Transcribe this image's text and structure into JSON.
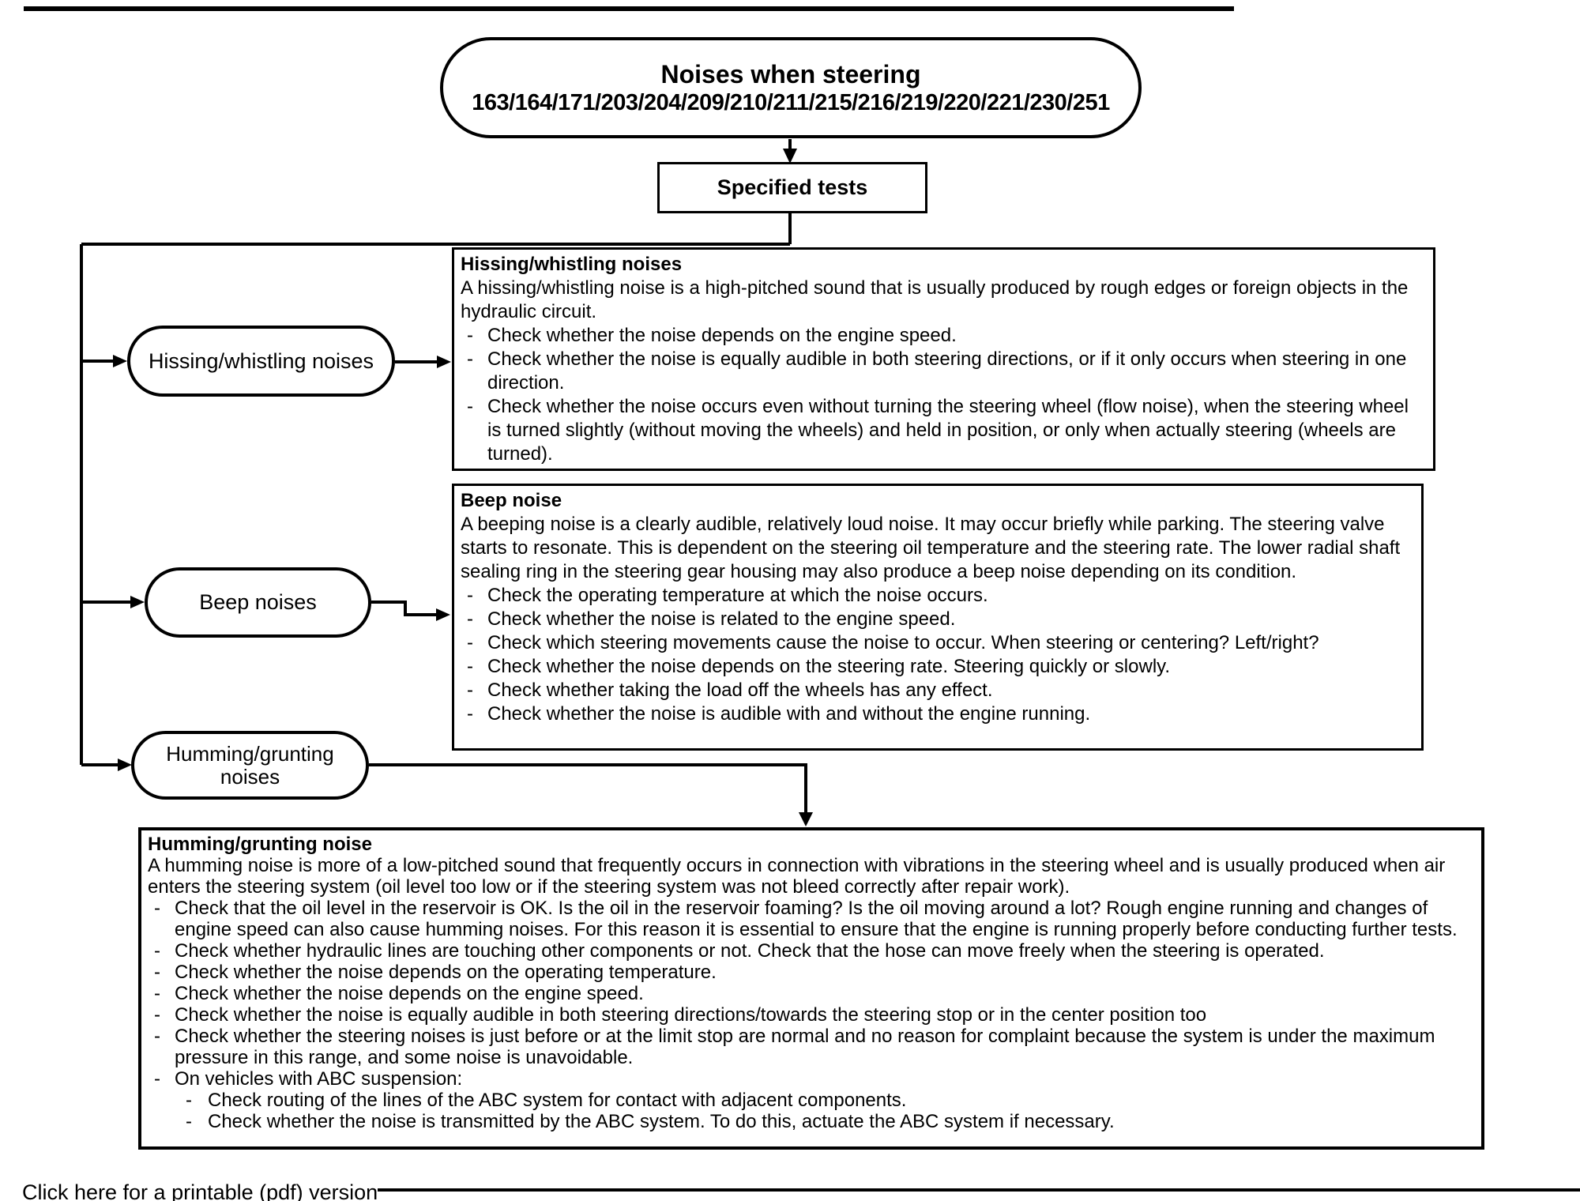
{
  "title_oval": {
    "line1": "Noises when steering",
    "line2": "163/164/171/203/204/209/210/211/215/216/219/220/221/230/251"
  },
  "specified_tests_label": "Specified tests",
  "ovals": {
    "hissing": "Hissing/whistling noises",
    "beep": "Beep noises",
    "humming": "Humming/grunting noises"
  },
  "boxes": {
    "hissing": {
      "title": "Hissing/whistling noises",
      "intro": "A hissing/whistling noise is a high-pitched sound that is usually produced by rough edges or foreign objects in the hydraulic circuit.",
      "bullets": [
        "Check whether the noise depends on the engine speed.",
        "Check whether the noise is equally audible in both steering directions, or if it only occurs when steering in one direction.",
        "Check whether the noise occurs even without turning the steering wheel (flow noise), when the steering wheel is turned slightly (without moving the wheels) and held in position, or only when actually steering (wheels are turned)."
      ]
    },
    "beep": {
      "title": "Beep noise",
      "intro": "A beeping noise is a clearly audible, relatively loud noise. It may occur briefly while parking. The steering valve starts to resonate. This is dependent on the steering oil temperature and the steering rate. The lower radial shaft sealing ring in the steering gear housing may also produce a beep noise depending on its condition.",
      "bullets": [
        "Check the operating temperature at which the noise occurs.",
        "Check whether the noise is related to the engine speed.",
        "Check which steering movements cause the noise to occur. When steering or centering? Left/right?",
        "Check whether the noise depends on the steering rate. Steering quickly or slowly.",
        "Check whether taking the load off the wheels has any effect.",
        "Check whether the noise is audible with and without the engine running."
      ]
    },
    "humming": {
      "title": "Humming/grunting noise",
      "intro": "A humming noise is more of a low-pitched sound that frequently occurs in connection with vibrations in the steering wheel and is usually produced when air enters the steering system (oil level too low or if the steering system was not bleed correctly after repair work).",
      "bullets": [
        "Check that the oil level in the reservoir is OK. Is the oil in the reservoir foaming? Is the oil moving around a lot? Rough engine running and changes of engine speed can also cause humming noises. For this reason it is essential to ensure that the engine is running properly before conducting further tests.",
        "Check whether hydraulic lines are touching other components or not. Check that the hose can move freely when the steering is operated.",
        "Check whether the noise depends on the operating temperature.",
        "Check whether the noise depends on the engine speed.",
        "Check whether the noise is equally audible in both steering directions/towards the steering stop or in the center position too",
        "Check whether the steering noises is just before or at the limit stop are normal and no reason for complaint because the system is under the maximum pressure in this range, and some noise is unavoidable.",
        "On vehicles with ABC suspension:"
      ],
      "sub_bullets": [
        "Check routing of the lines of the ABC system for contact with adjacent components.",
        "Check whether the noise is transmitted by the ABC system. To do this, actuate the ABC system if necessary."
      ]
    }
  },
  "footer": {
    "printable_link": "Click here for a printable (pdf) version"
  },
  "colors": {
    "ink": "#000000",
    "paper": "#ffffff"
  }
}
